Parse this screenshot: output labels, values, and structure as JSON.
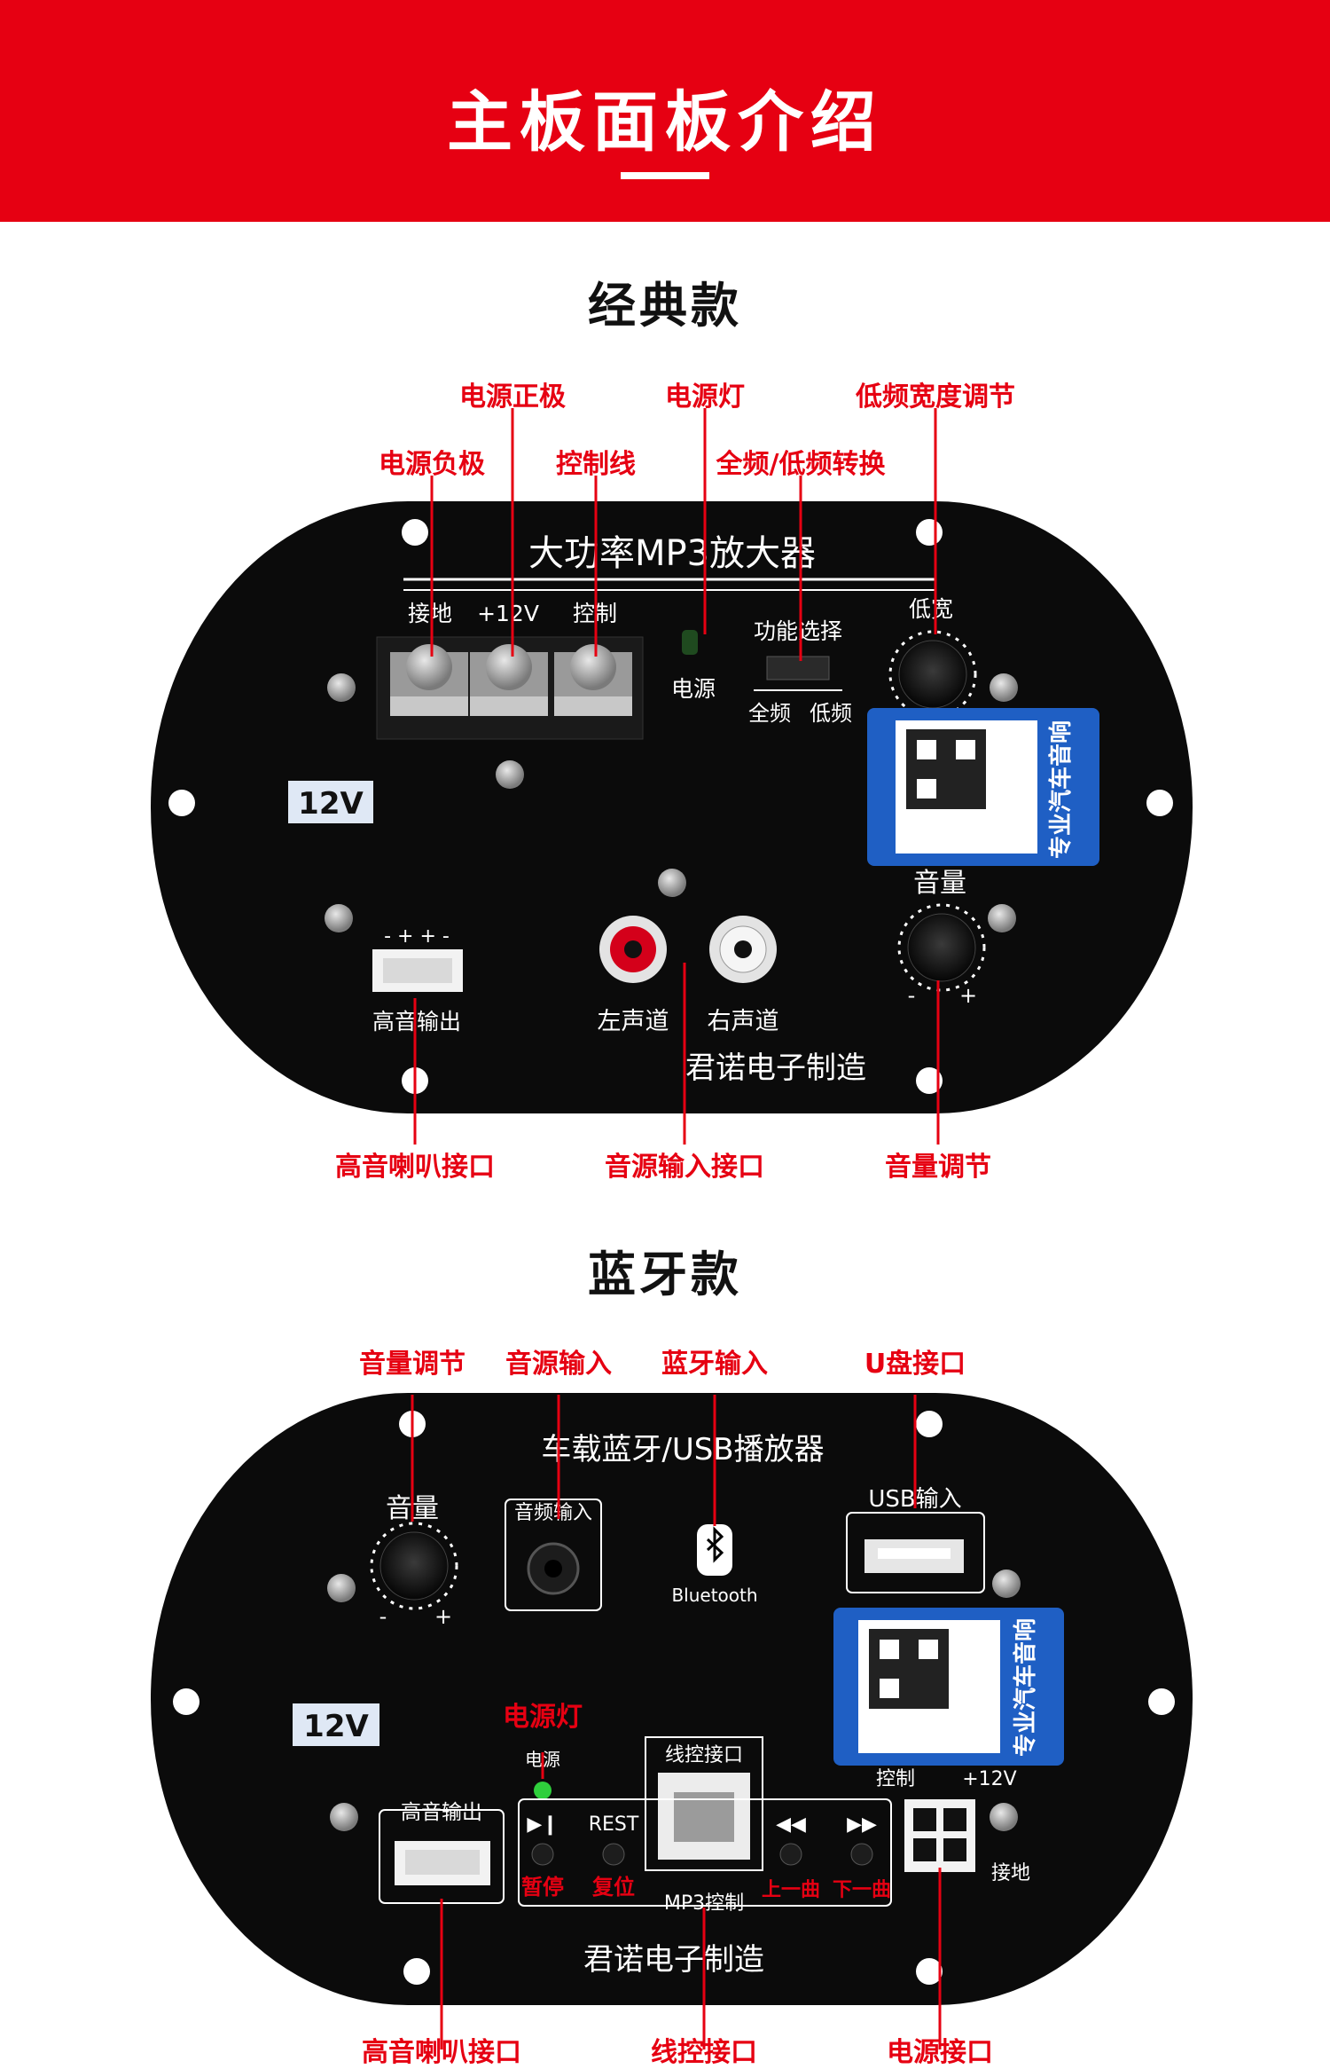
{
  "header": {
    "title": "主板面板介绍"
  },
  "classic": {
    "section_title": "经典款",
    "callouts": {
      "power_negative": "电源负极",
      "power_positive": "电源正极",
      "control_wire": "控制线",
      "power_light": "电源灯",
      "full_low_switch": "全频/低频转换",
      "low_width_adjust": "低频宽度调节",
      "tweeter_port": "高音喇叭接口",
      "audio_input_port": "音源输入接口",
      "volume_adjust": "音量调节"
    },
    "board": {
      "title": "大功率MP3放大器",
      "term_ground": "接地",
      "term_12v": "+12V",
      "term_control": "控制",
      "power_label": "电源",
      "function_select": "功能选择",
      "full": "全频",
      "low": "低频",
      "low_width": "低宽",
      "voltage": "12V",
      "volume": "音量",
      "tweeter_out": "高音输出",
      "left_channel": "左声道",
      "right_channel": "右声道",
      "maker": "君诺电子制造",
      "plus_minus": "- + + -"
    }
  },
  "bluetooth": {
    "section_title": "蓝牙款",
    "callouts": {
      "volume_adjust": "音量调节",
      "audio_input": "音源输入",
      "bt_input": "蓝牙输入",
      "usb_port": "U盘接口",
      "power_light": "电源灯",
      "tweeter_port": "高音喇叭接口",
      "wire_control_port": "线控接口",
      "power_port": "电源接口"
    },
    "board": {
      "title": "车载蓝牙/USB播放器",
      "volume": "音量",
      "audio_in": "音频输入",
      "bluetooth": "Bluetooth",
      "usb_in": "USB输入",
      "voltage": "12V",
      "power": "电源",
      "wire_control": "线控接口",
      "tweeter_out": "高音输出",
      "rest": "REST",
      "pause": "暂停",
      "reset": "复位",
      "prev": "上一曲",
      "next": "下一曲",
      "mp3_control": "MP3控制",
      "control": "控制",
      "plus12v": "+12V",
      "ground": "接地",
      "maker": "君诺电子制造"
    }
  },
  "sticker": {
    "brand": "专业汽车音响"
  },
  "colors": {
    "red": "#e60012",
    "board": "#0b0b0b",
    "sticker_blue": "#1f5fc4"
  }
}
